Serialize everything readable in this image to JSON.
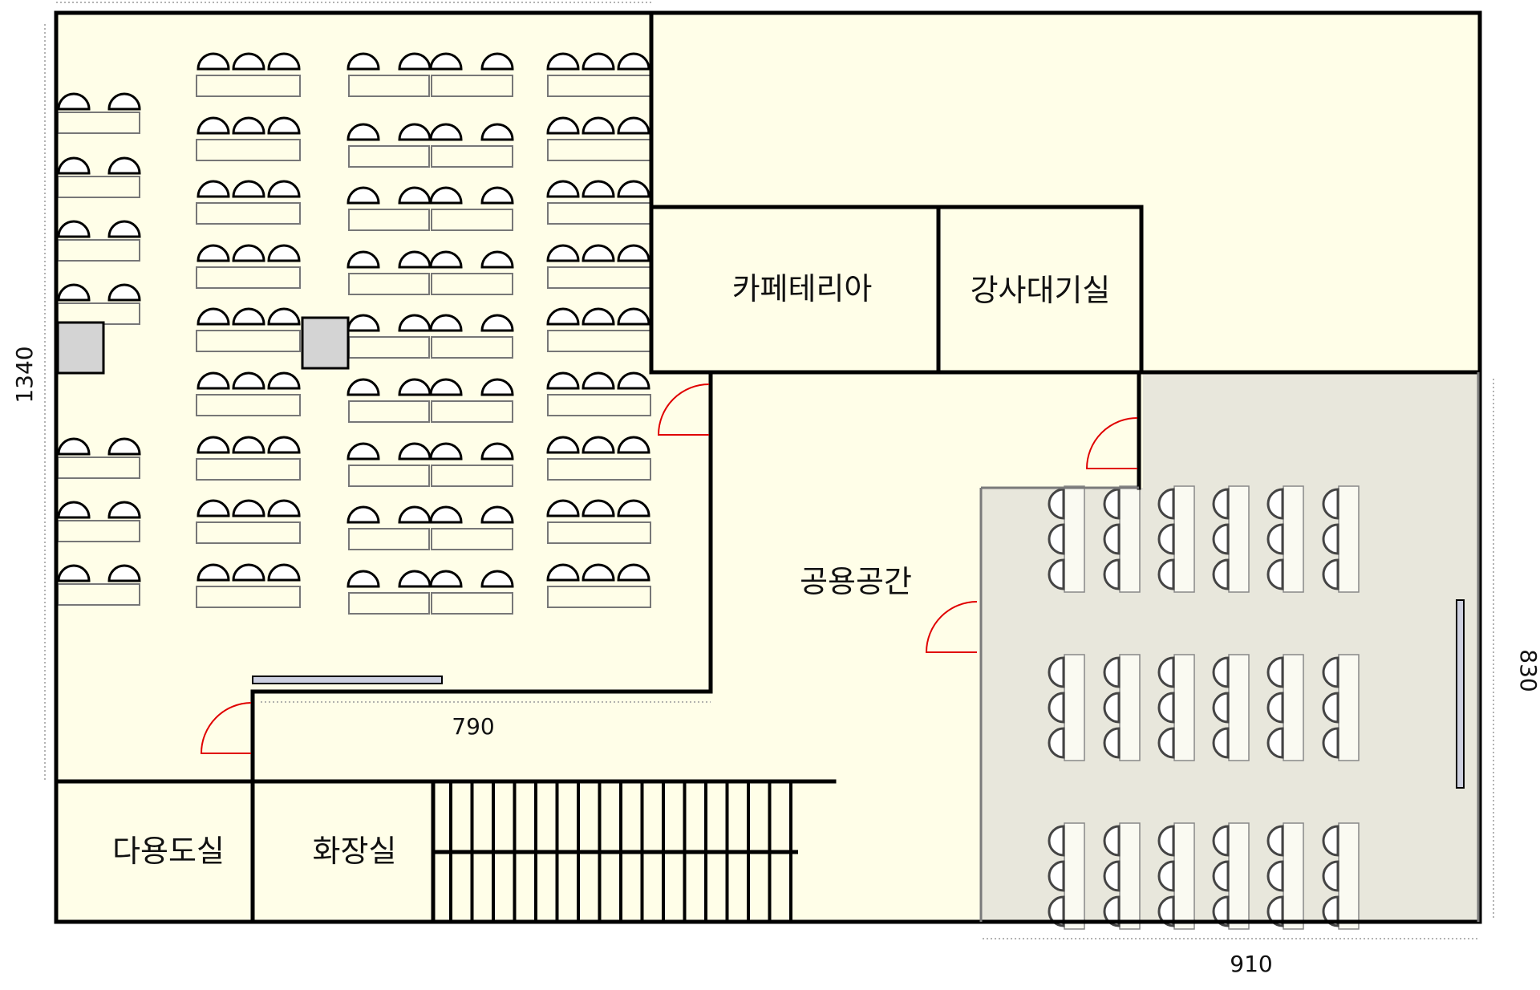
{
  "rooms": {
    "cafeteria": "카페테리아",
    "instructor_lounge": "강사대기실",
    "common_space": "공용공간",
    "multipurpose_library": "다용도실",
    "restroom": "화장실"
  },
  "dimensions": {
    "height_left": "1340",
    "width_inner": "790",
    "height_right": "830",
    "width_right": "910"
  },
  "colors": {
    "floor": "#fffee8",
    "classroom_floor": "#e8e7dc",
    "wall": "#000000",
    "door_swing": "#e00000",
    "board": "#cdd0e0"
  }
}
